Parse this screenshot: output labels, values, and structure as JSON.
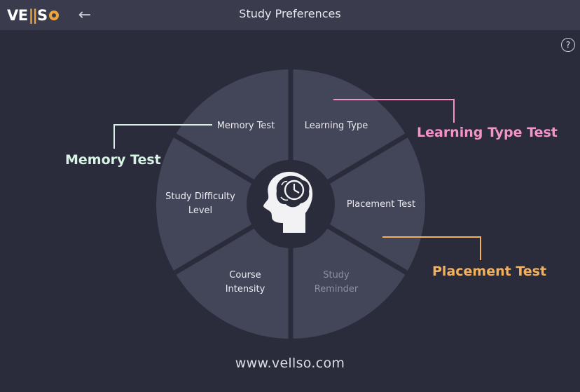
{
  "header": {
    "logo_text": "VELLSO",
    "title": "Study Preferences",
    "back_icon": "arrow-left-icon",
    "help_icon": "question-circle-icon"
  },
  "wheel": {
    "segments": [
      {
        "label": "Memory Test",
        "enabled": true
      },
      {
        "label": "Learning Type",
        "enabled": true
      },
      {
        "label": "Placement Test",
        "enabled": true
      },
      {
        "label": "Study Reminder",
        "enabled": false
      },
      {
        "label": "Course Intensity",
        "enabled": true
      },
      {
        "label": "Study Difficulty Level",
        "enabled": true
      }
    ],
    "center_icon": "brain-clock-head-icon"
  },
  "callouts": {
    "memory_test": {
      "label": "Memory Test",
      "color": "#d7f3e4"
    },
    "learning_type_test": {
      "label": "Learning Type Test",
      "color": "#f493c8"
    },
    "placement_test": {
      "label": "Placement Test",
      "color": "#f4b15c"
    }
  },
  "footer": {
    "url": "www.vellso.com"
  },
  "colors": {
    "background": "#2b2c3b",
    "topbar": "#3a3c4e",
    "segment": "#434559",
    "hub": "#2b2c3b",
    "accent": "#f0a437"
  }
}
